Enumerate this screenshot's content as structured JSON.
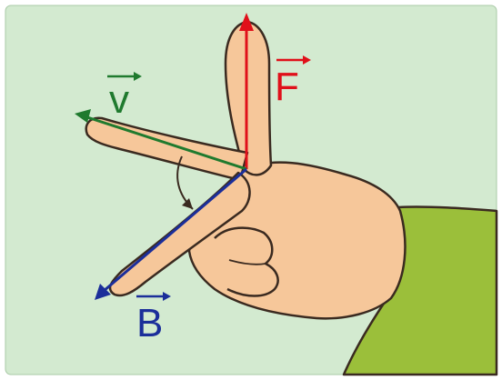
{
  "vectors": {
    "force": {
      "symbol": "F",
      "color": "#e0101a"
    },
    "velocity": {
      "symbol": "v",
      "color": "#1f7a2e"
    },
    "field": {
      "symbol": "B",
      "color": "#1b2e9a"
    }
  },
  "colors": {
    "background": "#d3ead0",
    "skin": "#f6c79a",
    "sleeve": "#9bbf3a",
    "outline": "#3a2a20"
  }
}
